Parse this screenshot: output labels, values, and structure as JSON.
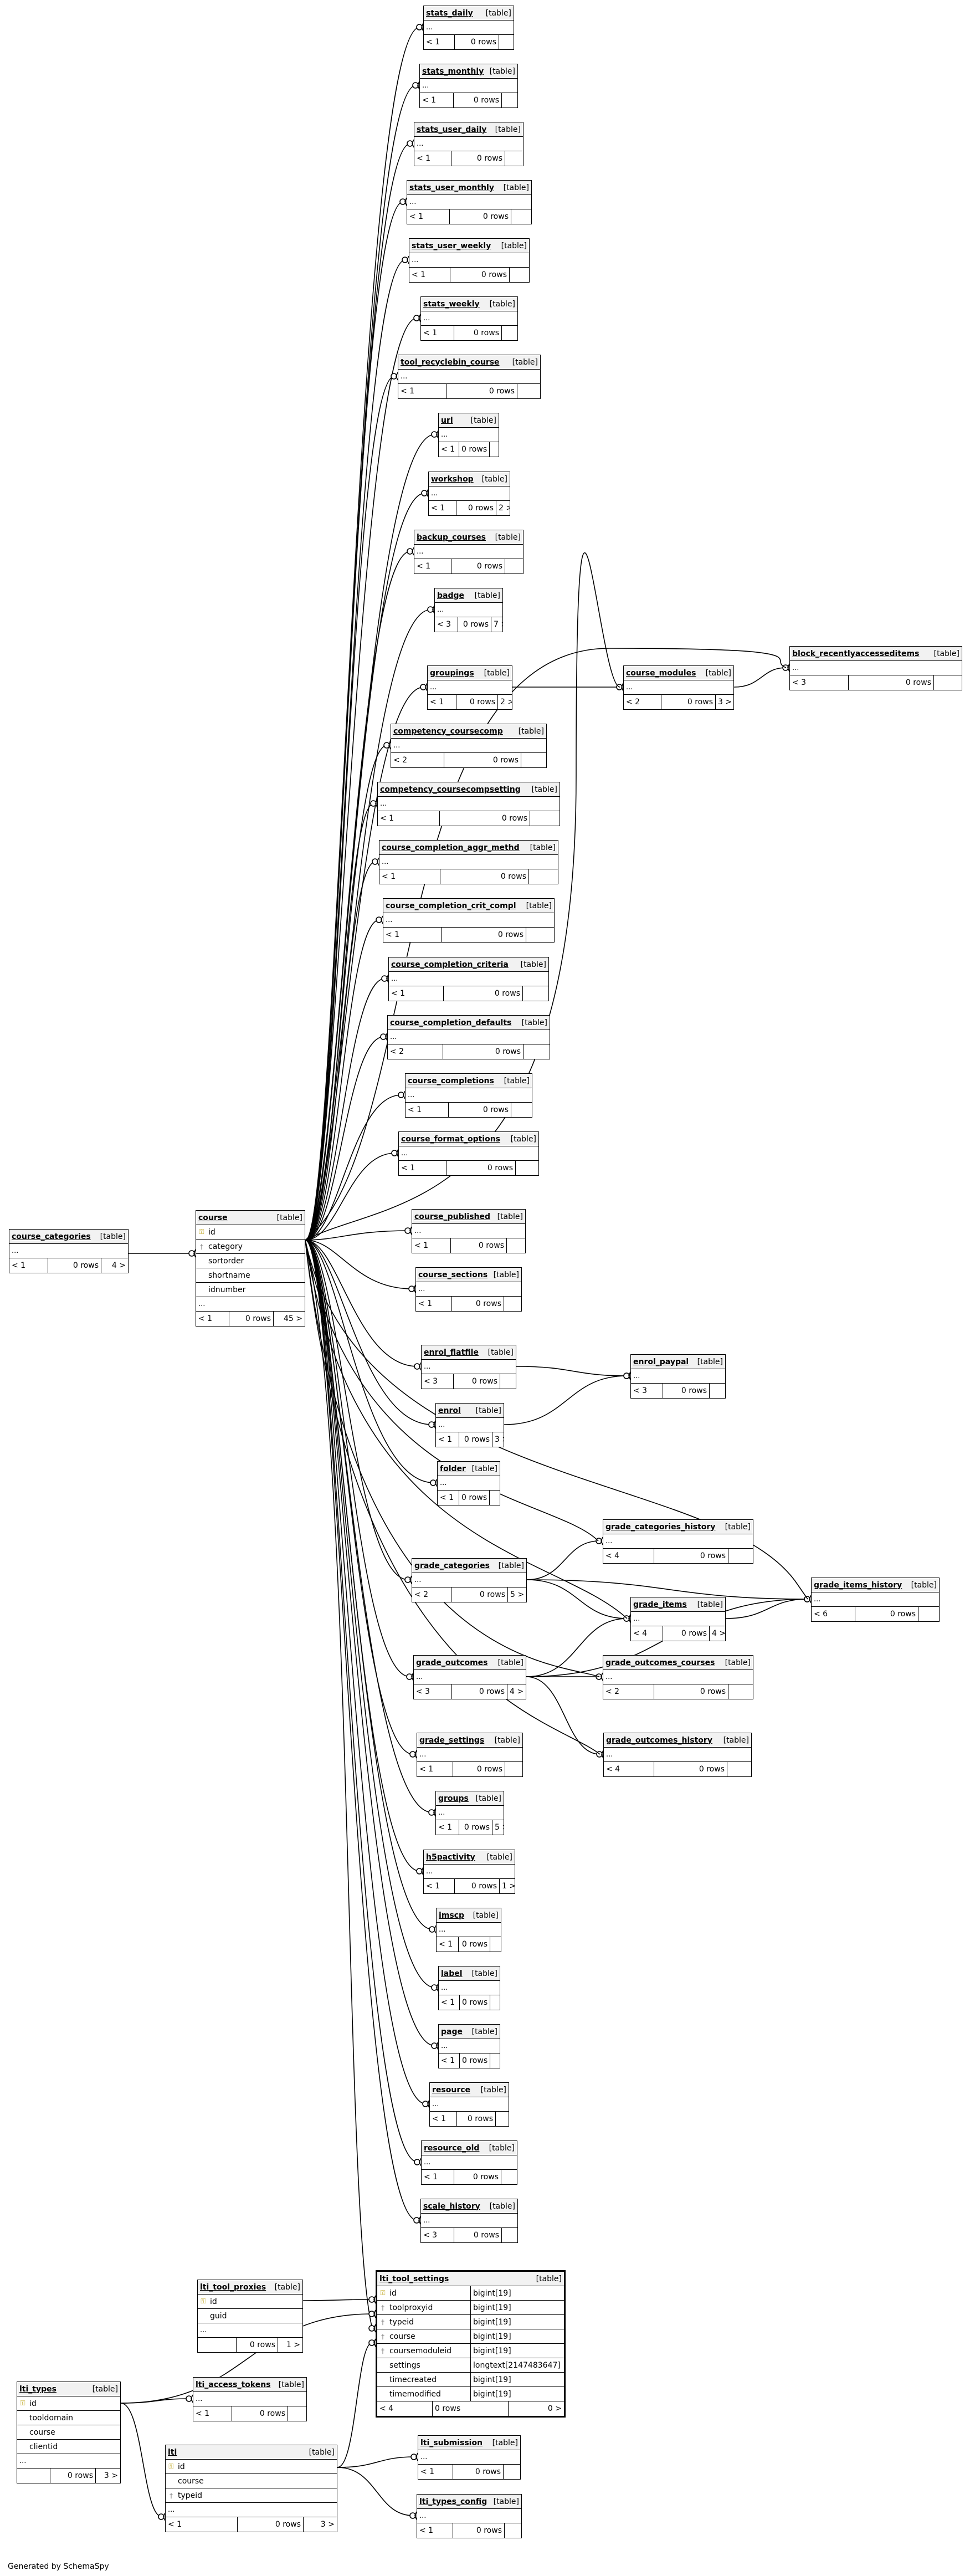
{
  "tables": [
    {
      "id": "stats_daily",
      "name": "stats_daily",
      "type": "[table]",
      "footer": [
        "< 1",
        "0 rows",
        ""
      ]
    },
    {
      "id": "stats_monthly",
      "name": "stats_monthly",
      "type": "[table]",
      "footer": [
        "< 1",
        "0 rows",
        ""
      ]
    },
    {
      "id": "stats_user_daily",
      "name": "stats_user_daily",
      "type": "[table]",
      "footer": [
        "< 1",
        "0 rows",
        ""
      ]
    },
    {
      "id": "stats_user_monthly",
      "name": "stats_user_monthly",
      "type": "[table]",
      "footer": [
        "< 1",
        "0 rows",
        ""
      ]
    },
    {
      "id": "stats_user_weekly",
      "name": "stats_user_weekly",
      "type": "[table]",
      "footer": [
        "< 1",
        "0 rows",
        ""
      ]
    },
    {
      "id": "stats_weekly",
      "name": "stats_weekly",
      "type": "[table]",
      "footer": [
        "< 1",
        "0 rows",
        ""
      ]
    },
    {
      "id": "tool_recyclebin_course",
      "name": "tool_recyclebin_course",
      "type": "[table]",
      "footer": [
        "< 1",
        "0 rows",
        ""
      ]
    },
    {
      "id": "url",
      "name": "url",
      "type": "[table]",
      "footer": [
        "< 1",
        "0 rows",
        ""
      ]
    },
    {
      "id": "workshop",
      "name": "workshop",
      "type": "[table]",
      "footer": [
        "< 1",
        "0 rows",
        "2 >"
      ]
    },
    {
      "id": "backup_courses",
      "name": "backup_courses",
      "type": "[table]",
      "footer": [
        "< 1",
        "0 rows",
        ""
      ]
    },
    {
      "id": "badge",
      "name": "badge",
      "type": "[table]",
      "footer": [
        "< 3",
        "0 rows",
        "7 >"
      ]
    },
    {
      "id": "groupings",
      "name": "groupings",
      "type": "[table]",
      "footer": [
        "< 1",
        "0 rows",
        "2 >"
      ]
    },
    {
      "id": "course_modules",
      "name": "course_modules",
      "type": "[table]",
      "footer": [
        "< 2",
        "0 rows",
        "3 >"
      ]
    },
    {
      "id": "block_recentlyaccesseditems",
      "name": "block_recentlyaccesseditems",
      "type": "[table]",
      "footer": [
        "< 3",
        "0 rows",
        ""
      ]
    },
    {
      "id": "competency_coursecomp",
      "name": "competency_coursecomp",
      "type": "[table]",
      "footer": [
        "< 2",
        "0 rows",
        ""
      ]
    },
    {
      "id": "competency_coursecompsetting",
      "name": "competency_coursecompsetting",
      "type": "[table]",
      "footer": [
        "< 1",
        "0 rows",
        ""
      ]
    },
    {
      "id": "course_completion_aggr_methd",
      "name": "course_completion_aggr_methd",
      "type": "[table]",
      "footer": [
        "< 1",
        "0 rows",
        ""
      ]
    },
    {
      "id": "course_completion_crit_compl",
      "name": "course_completion_crit_compl",
      "type": "[table]",
      "footer": [
        "< 1",
        "0 rows",
        ""
      ]
    },
    {
      "id": "course_completion_criteria",
      "name": "course_completion_criteria",
      "type": "[table]",
      "footer": [
        "< 1",
        "0 rows",
        ""
      ]
    },
    {
      "id": "course_completion_defaults",
      "name": "course_completion_defaults",
      "type": "[table]",
      "footer": [
        "< 2",
        "0 rows",
        ""
      ]
    },
    {
      "id": "course_completions",
      "name": "course_completions",
      "type": "[table]",
      "footer": [
        "< 1",
        "0 rows",
        ""
      ]
    },
    {
      "id": "course_format_options",
      "name": "course_format_options",
      "type": "[table]",
      "footer": [
        "< 1",
        "0 rows",
        ""
      ]
    },
    {
      "id": "course_published",
      "name": "course_published",
      "type": "[table]",
      "footer": [
        "< 1",
        "0 rows",
        ""
      ]
    },
    {
      "id": "course_sections",
      "name": "course_sections",
      "type": "[table]",
      "footer": [
        "< 1",
        "0 rows",
        ""
      ]
    },
    {
      "id": "enrol_flatfile",
      "name": "enrol_flatfile",
      "type": "[table]",
      "footer": [
        "< 3",
        "0 rows",
        ""
      ]
    },
    {
      "id": "enrol_paypal",
      "name": "enrol_paypal",
      "type": "[table]",
      "footer": [
        "< 3",
        "0 rows",
        ""
      ]
    },
    {
      "id": "enrol",
      "name": "enrol",
      "type": "[table]",
      "footer": [
        "< 1",
        "0 rows",
        "3 >"
      ]
    },
    {
      "id": "folder",
      "name": "folder",
      "type": "[table]",
      "footer": [
        "< 1",
        "0 rows",
        ""
      ]
    },
    {
      "id": "grade_categories_history",
      "name": "grade_categories_history",
      "type": "[table]",
      "footer": [
        "< 4",
        "0 rows",
        ""
      ]
    },
    {
      "id": "grade_categories",
      "name": "grade_categories",
      "type": "[table]",
      "footer": [
        "< 2",
        "0 rows",
        "5 >"
      ]
    },
    {
      "id": "grade_items_history",
      "name": "grade_items_history",
      "type": "[table]",
      "footer": [
        "< 6",
        "0 rows",
        ""
      ]
    },
    {
      "id": "grade_items",
      "name": "grade_items",
      "type": "[table]",
      "footer": [
        "< 4",
        "0 rows",
        "4 >"
      ]
    },
    {
      "id": "grade_outcomes",
      "name": "grade_outcomes",
      "type": "[table]",
      "footer": [
        "< 3",
        "0 rows",
        "4 >"
      ]
    },
    {
      "id": "grade_outcomes_courses",
      "name": "grade_outcomes_courses",
      "type": "[table]",
      "footer": [
        "< 2",
        "0 rows",
        ""
      ]
    },
    {
      "id": "grade_settings",
      "name": "grade_settings",
      "type": "[table]",
      "footer": [
        "< 1",
        "0 rows",
        ""
      ]
    },
    {
      "id": "grade_outcomes_history",
      "name": "grade_outcomes_history",
      "type": "[table]",
      "footer": [
        "< 4",
        "0 rows",
        ""
      ]
    },
    {
      "id": "groups",
      "name": "groups",
      "type": "[table]",
      "footer": [
        "< 1",
        "0 rows",
        "5 >"
      ]
    },
    {
      "id": "h5pactivity",
      "name": "h5pactivity",
      "type": "[table]",
      "footer": [
        "< 1",
        "0 rows",
        "1 >"
      ]
    },
    {
      "id": "imscp",
      "name": "imscp",
      "type": "[table]",
      "footer": [
        "< 1",
        "0 rows",
        ""
      ]
    },
    {
      "id": "label",
      "name": "label",
      "type": "[table]",
      "footer": [
        "< 1",
        "0 rows",
        ""
      ]
    },
    {
      "id": "page",
      "name": "page",
      "type": "[table]",
      "footer": [
        "< 1",
        "0 rows",
        ""
      ]
    },
    {
      "id": "resource",
      "name": "resource",
      "type": "[table]",
      "footer": [
        "< 1",
        "0 rows",
        ""
      ]
    },
    {
      "id": "resource_old",
      "name": "resource_old",
      "type": "[table]",
      "footer": [
        "< 1",
        "0 rows",
        ""
      ]
    },
    {
      "id": "scale_history",
      "name": "scale_history",
      "type": "[table]",
      "footer": [
        "< 3",
        "0 rows",
        ""
      ]
    },
    {
      "id": "lti_submission",
      "name": "lti_submission",
      "type": "[table]",
      "footer": [
        "< 1",
        "0 rows",
        ""
      ]
    },
    {
      "id": "lti_types_config",
      "name": "lti_types_config",
      "type": "[table]",
      "footer": [
        "< 1",
        "0 rows",
        ""
      ]
    },
    {
      "id": "lti_access_tokens",
      "name": "lti_access_tokens",
      "type": "[table]",
      "footer": [
        "< 1",
        "0 rows",
        ""
      ]
    }
  ],
  "course_categories": {
    "name": "course_categories",
    "type": "[table]",
    "ellipsis": "...",
    "footer": [
      "< 1",
      "0 rows",
      "4 >"
    ]
  },
  "course": {
    "name": "course",
    "type": "[table]",
    "columns": [
      {
        "key": "pk",
        "name": "id"
      },
      {
        "key": "fk",
        "name": "category"
      },
      {
        "key": "",
        "name": "sortorder"
      },
      {
        "key": "",
        "name": "shortname"
      },
      {
        "key": "",
        "name": "idnumber"
      }
    ],
    "ellipsis": "...",
    "footer": [
      "< 1",
      "0 rows",
      "45 >"
    ]
  },
  "lti_tool_proxies": {
    "name": "lti_tool_proxies",
    "type": "[table]",
    "columns": [
      {
        "key": "pk",
        "name": "id"
      },
      {
        "key": "",
        "name": "guid"
      }
    ],
    "ellipsis": "...",
    "footer": [
      "",
      "0 rows",
      "1 >"
    ]
  },
  "lti_tool_settings": {
    "name": "lti_tool_settings",
    "type": "[table]",
    "columns": [
      {
        "key": "pk",
        "name": "id",
        "dtype": "bigint[19]"
      },
      {
        "key": "fk",
        "name": "toolproxyid",
        "dtype": "bigint[19]"
      },
      {
        "key": "fk",
        "name": "typeid",
        "dtype": "bigint[19]"
      },
      {
        "key": "fk",
        "name": "course",
        "dtype": "bigint[19]"
      },
      {
        "key": "fk",
        "name": "coursemoduleid",
        "dtype": "bigint[19]"
      },
      {
        "key": "",
        "name": "settings",
        "dtype": "longtext[2147483647]"
      },
      {
        "key": "",
        "name": "timecreated",
        "dtype": "bigint[19]"
      },
      {
        "key": "",
        "name": "timemodified",
        "dtype": "bigint[19]"
      }
    ],
    "footer": [
      "< 4",
      "0 rows",
      "0 >"
    ]
  },
  "lti_types": {
    "name": "lti_types",
    "type": "[table]",
    "columns": [
      {
        "key": "pk",
        "name": "id"
      },
      {
        "key": "",
        "name": "tooldomain"
      },
      {
        "key": "",
        "name": "course"
      },
      {
        "key": "",
        "name": "clientid"
      }
    ],
    "ellipsis": "...",
    "footer": [
      "",
      "0 rows",
      "3 >"
    ]
  },
  "lti": {
    "name": "lti",
    "type": "[table]",
    "columns": [
      {
        "key": "pk",
        "name": "id"
      },
      {
        "key": "",
        "name": "course"
      },
      {
        "key": "fk",
        "name": "typeid"
      }
    ],
    "ellipsis": "...",
    "footer": [
      "< 1",
      "0 rows",
      "3 >"
    ]
  },
  "ellipsis": "...",
  "generated_by": "Generated by SchemaSpy"
}
